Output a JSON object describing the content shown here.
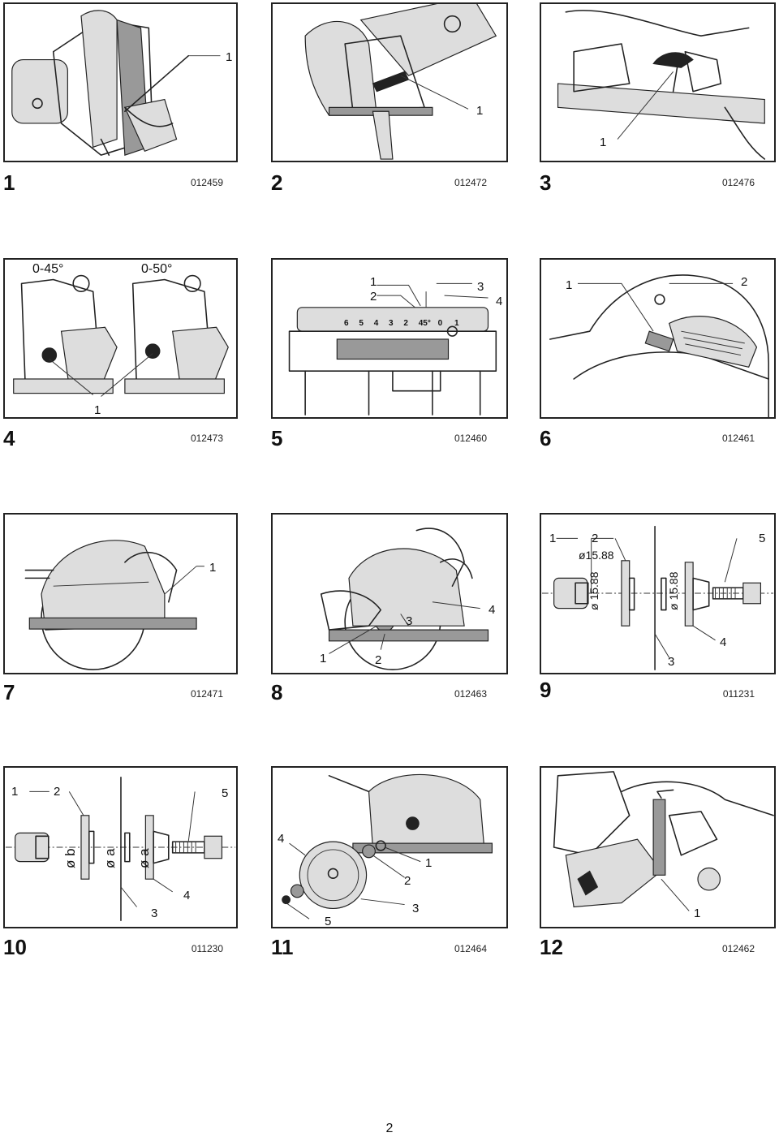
{
  "figures": [
    {
      "number": "1",
      "code": "012459",
      "callouts": [
        "1"
      ]
    },
    {
      "number": "2",
      "code": "012472",
      "callouts": [
        "1"
      ]
    },
    {
      "number": "3",
      "code": "012476",
      "callouts": [
        "1"
      ]
    },
    {
      "number": "4",
      "code": "012473",
      "callouts": [
        "1"
      ],
      "labels": [
        "0-45°",
        "0-50°"
      ]
    },
    {
      "number": "5",
      "code": "012460",
      "callouts": [
        "1",
        "2",
        "3",
        "4"
      ],
      "scale": [
        "6",
        "5",
        "4",
        "3",
        "2",
        "45°",
        "0",
        "1"
      ]
    },
    {
      "number": "6",
      "code": "012461",
      "callouts": [
        "1",
        "2"
      ]
    },
    {
      "number": "7",
      "code": "012471",
      "callouts": [
        "1"
      ]
    },
    {
      "number": "8",
      "code": "012463",
      "callouts": [
        "1",
        "2",
        "3",
        "4"
      ]
    },
    {
      "number": "9",
      "code": "011231",
      "callouts": [
        "1",
        "2",
        "5",
        "4",
        "3"
      ],
      "dims": [
        "ø15.88",
        "ø 15.88",
        "ø 15.88"
      ]
    },
    {
      "number": "10",
      "code": "011230",
      "callouts": [
        "1",
        "2",
        "5",
        "4",
        "3"
      ],
      "dims": [
        "ø b",
        "ø a",
        "ø a"
      ]
    },
    {
      "number": "11",
      "code": "012464",
      "callouts": [
        "4",
        "1",
        "2",
        "5",
        "3"
      ]
    },
    {
      "number": "12",
      "code": "012462",
      "callouts": [
        "1"
      ]
    }
  ],
  "page_number": "2"
}
